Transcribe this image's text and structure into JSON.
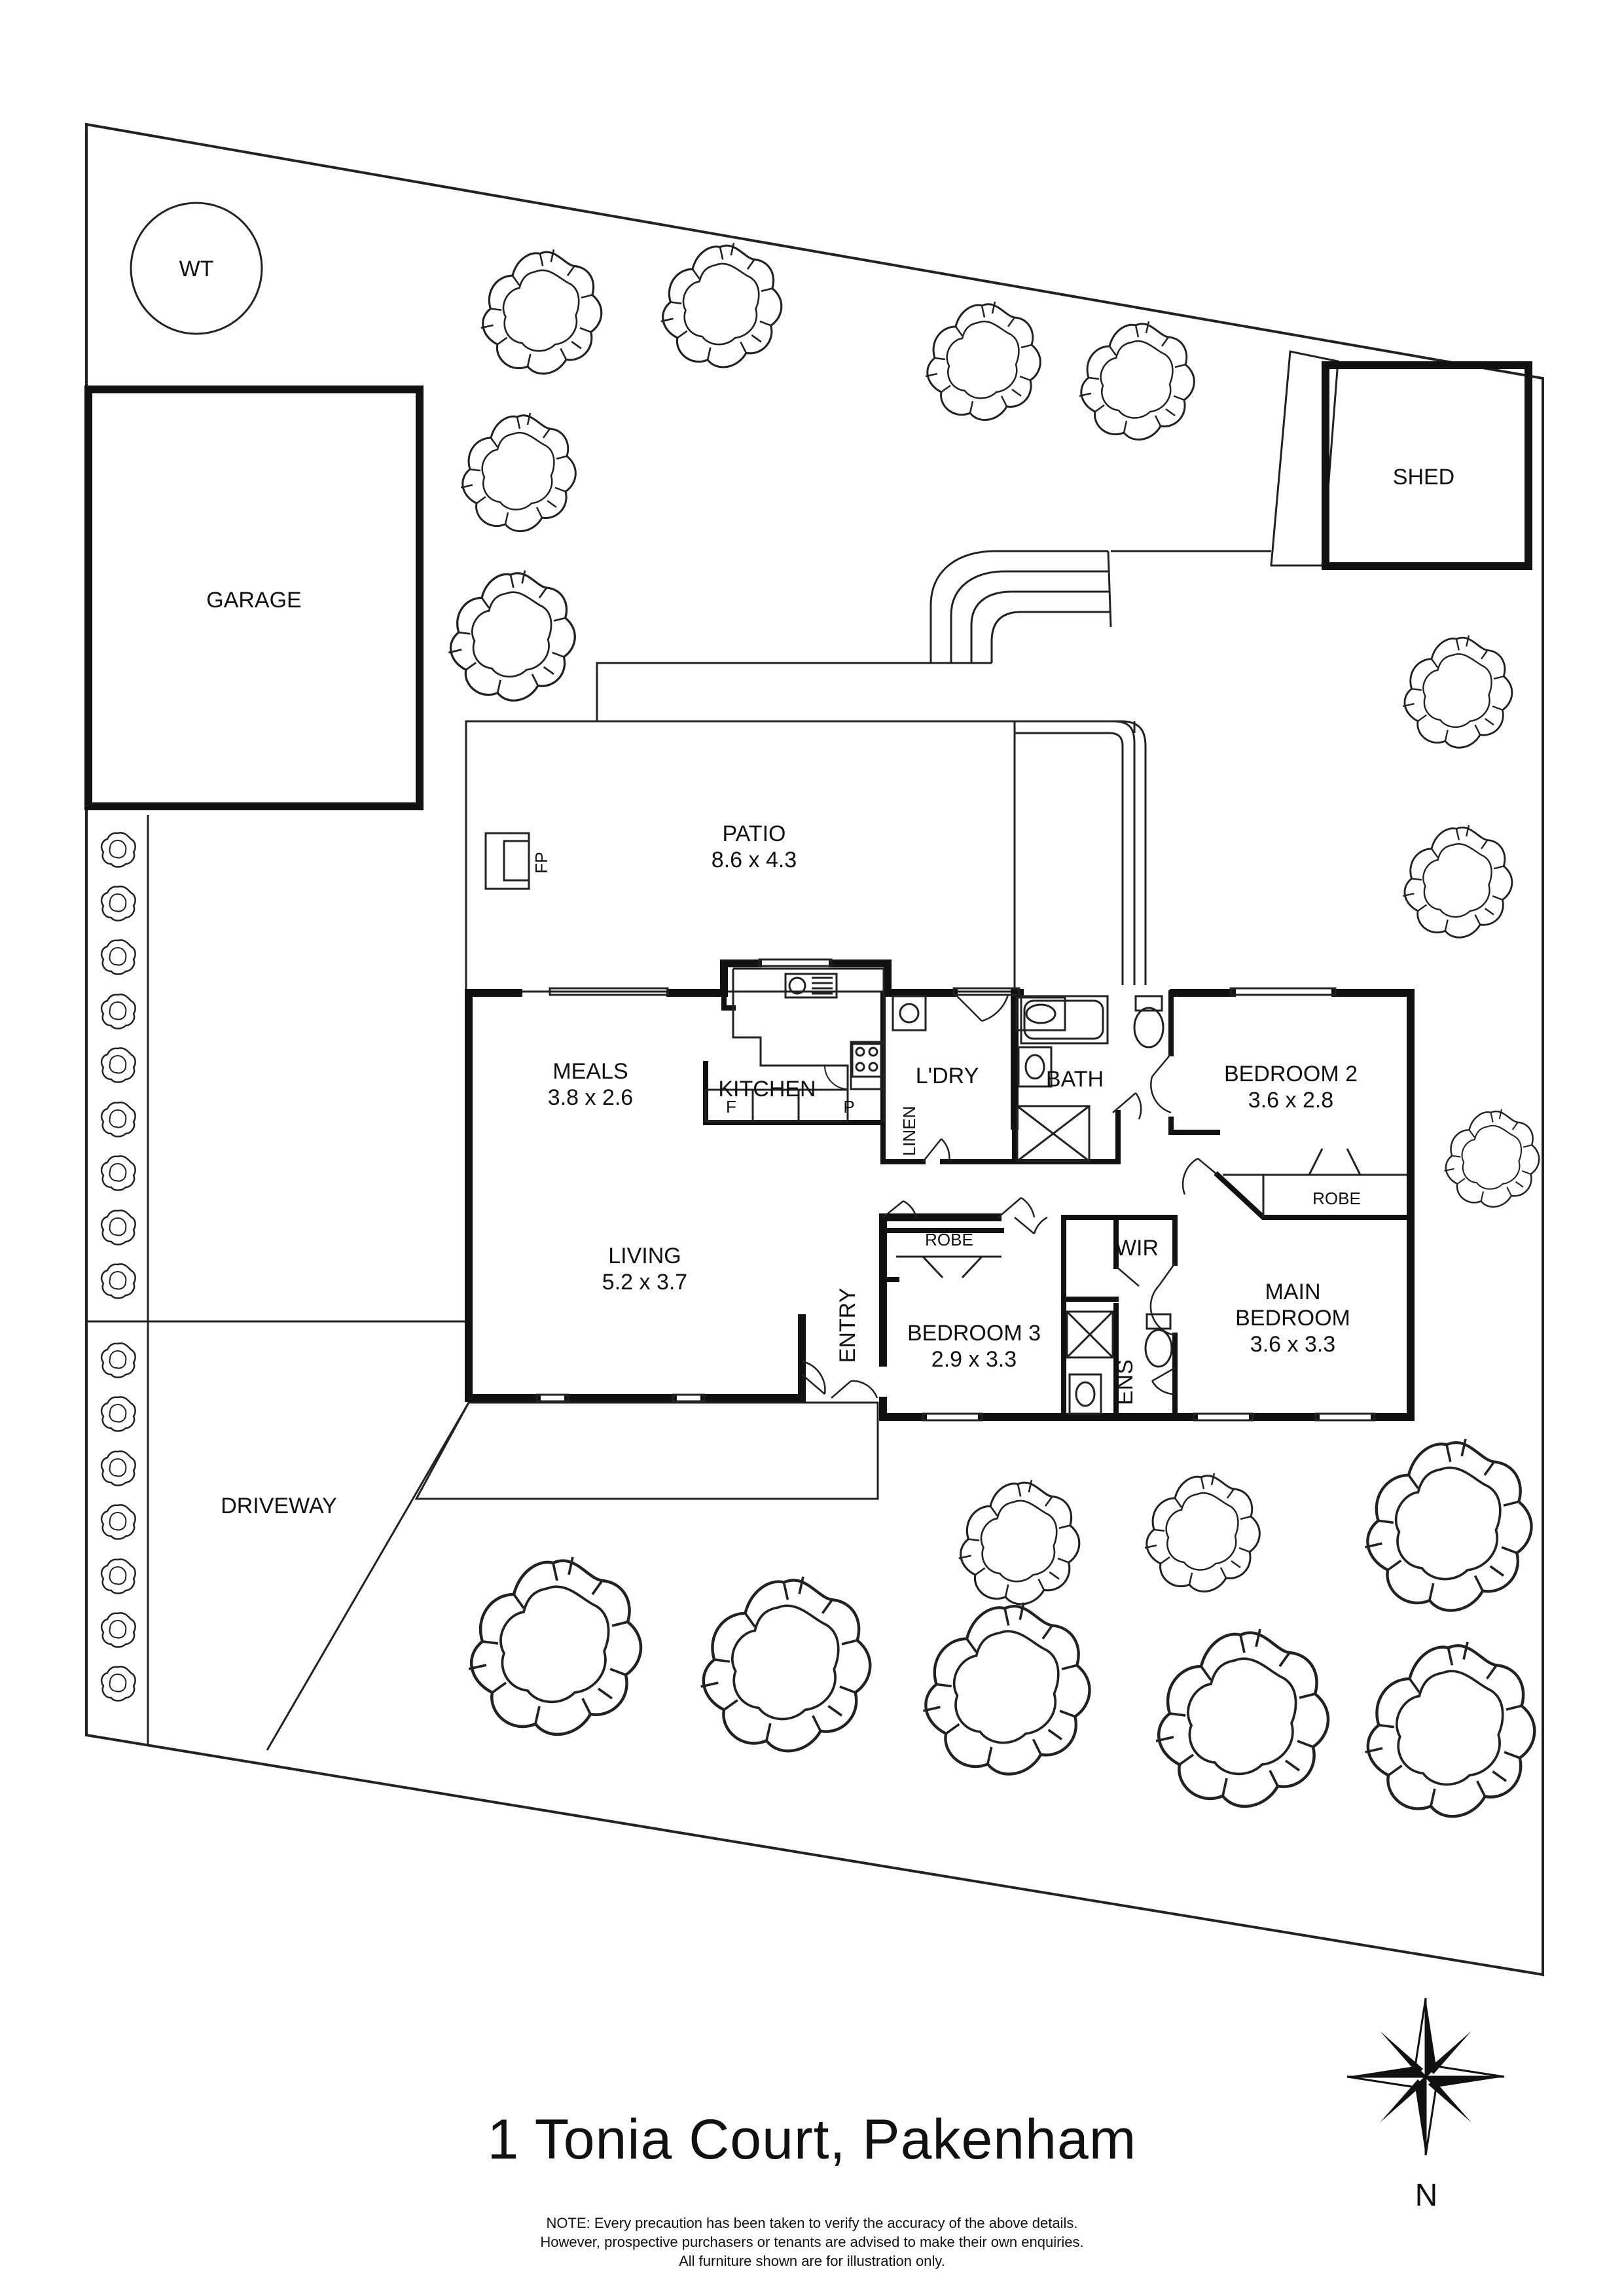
{
  "address": "1 Tonia Court, Pakenham",
  "note_lines": [
    "NOTE: Every precaution has been taken to verify the accuracy of the above details.",
    "However, prospective purchasers or tenants are advised to make their own enquiries.",
    "All furniture shown are for illustration only."
  ],
  "compass_label": "N",
  "outdoor": {
    "water_tank": "WT",
    "garage": "GARAGE",
    "shed": "SHED",
    "driveway": "DRIVEWAY",
    "patio": {
      "name": "PATIO",
      "size": "8.6 x 4.3"
    },
    "fireplace": "FP"
  },
  "rooms": {
    "meals": {
      "name": "MEALS",
      "size": "3.8 x 2.6"
    },
    "kitchen": {
      "name": "KITCHEN"
    },
    "fridge": "F",
    "pantry": "P",
    "laundry": {
      "name": "L'DRY"
    },
    "linen": "LINEN",
    "bath": {
      "name": "BATH"
    },
    "bedroom2": {
      "name": "BEDROOM 2",
      "size": "3.6 x 2.8"
    },
    "robe_bed2": "ROBE",
    "living": {
      "name": "LIVING",
      "size": "5.2 x 3.7"
    },
    "entry": "ENTRY",
    "robe_bed3": "ROBE",
    "bedroom3": {
      "name": "BEDROOM 3",
      "size": "2.9 x 3.3"
    },
    "wir": "WIR",
    "ensuite": "ENS",
    "main_bedroom": {
      "name_line1": "MAIN",
      "name_line2": "BEDROOM",
      "size": "3.6 x 3.3"
    }
  }
}
